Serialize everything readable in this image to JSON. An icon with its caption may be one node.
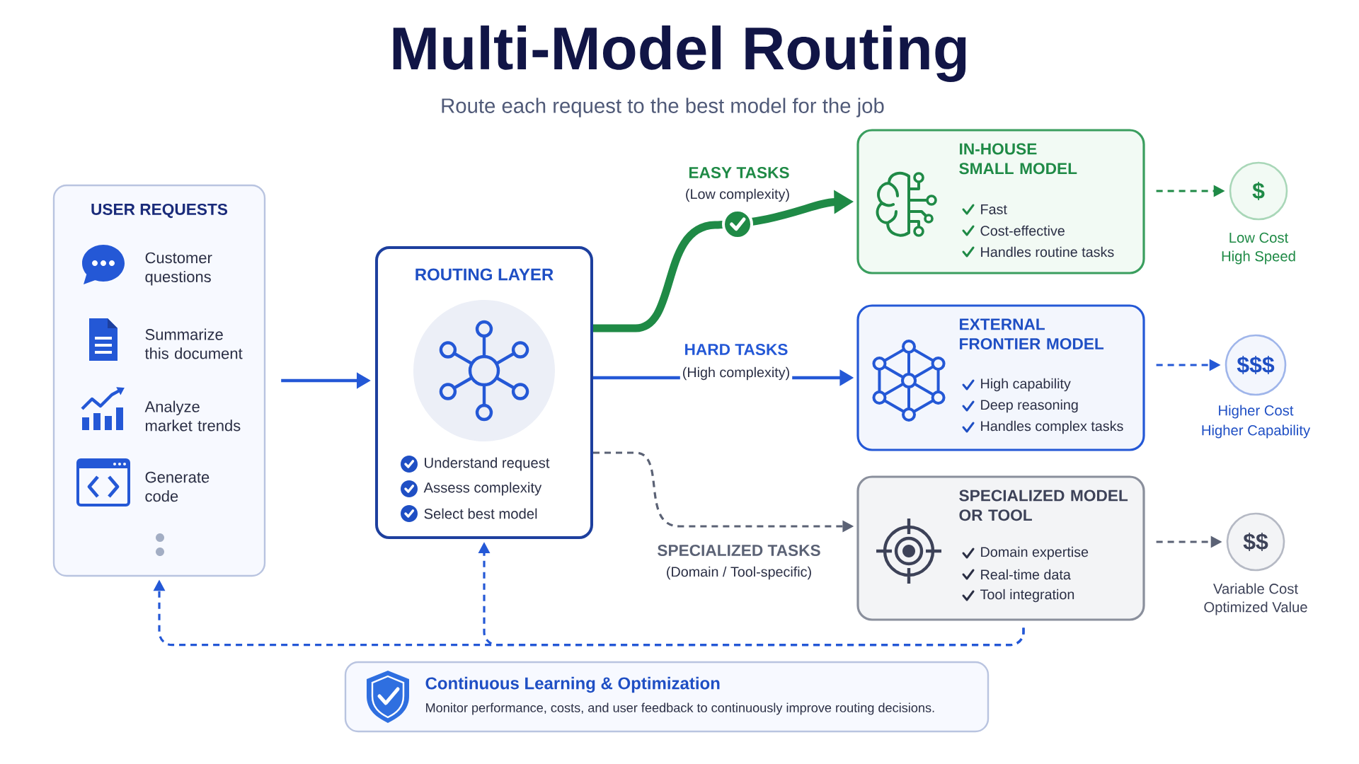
{
  "diagram": {
    "title": "Multi-Model Routing",
    "caption": "Route each request to the best model for the job",
    "nodes": [
      {
        "text": [
          "USER REQUESTS",
          "Customer questions",
          "Summarize this document",
          "Analyze market trends",
          "Generate code"
        ]
      },
      {
        "text": [
          "ROUTING LAYER",
          "Understand request",
          "Assess complexity",
          "Select best model"
        ]
      },
      {
        "text": [
          "IN-HOUSE SMALL MODEL",
          "Fast",
          "Cost-effective",
          "Handles routine tasks"
        ]
      },
      {
        "text": [
          "EXTERNAL FRONTIER MODEL",
          "High capability",
          "Deep reasoning",
          "Handles complex tasks"
        ]
      },
      {
        "text": [
          "SPECIALIZED MODEL OR TOOL",
          "Domain expertise",
          "Real-time data",
          "Tool integration"
        ]
      },
      {
        "text": [
          "$"
        ],
        "beside": [
          "Low Cost",
          "High Speed"
        ]
      },
      {
        "text": [
          "$$$"
        ],
        "beside": [
          "Higher Cost",
          "Higher Capability"
        ]
      },
      {
        "text": [
          "$$"
        ],
        "beside": [
          "Variable Cost",
          "Optimized Value"
        ]
      },
      {
        "text": [
          "Continuous Learning & Optimization",
          "Monitor performance, costs, and user feedback to continuously improve routing decisions."
        ]
      }
    ],
    "edges": [
      {
        "from": 0,
        "to": 1,
        "arrow": "to"
      },
      {
        "from": 1,
        "to": 2,
        "arrow": "to",
        "label": "EASY TASKS",
        "style": "thick",
        "color": "#1f8a46"
      },
      {
        "from": 1,
        "to": 3,
        "arrow": "to",
        "label": "HARD TASKS"
      },
      {
        "from": 1,
        "to": 4,
        "arrow": "to",
        "label": "SPECIALIZED TASKS",
        "style": "dashed",
        "color": "#5b6275"
      },
      {
        "from": 2,
        "to": 5,
        "arrow": "to",
        "style": "dashed",
        "color": "#1f8a46"
      },
      {
        "from": 3,
        "to": 6,
        "arrow": "to",
        "style": "dashed"
      },
      {
        "from": 4,
        "to": 7,
        "arrow": "to",
        "style": "dashed",
        "color": "#5b6275"
      },
      {
        "from": 4,
        "to": 0,
        "arrow": "to",
        "style": "dashed"
      },
      {
        "from": 4,
        "to": 1,
        "arrow": "to",
        "style": "dashed"
      }
    ],
    "labels": [
      "(Low complexity)",
      "(High complexity)",
      "(Domain / Tool-specific)"
    ]
  }
}
